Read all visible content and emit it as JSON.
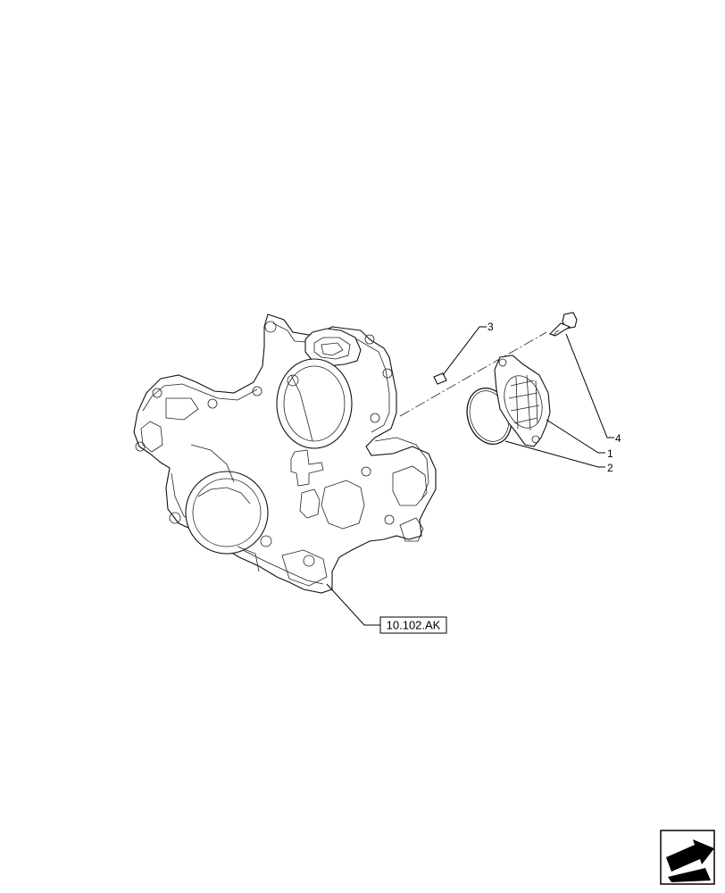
{
  "callouts": [
    {
      "id": "1",
      "label": "1"
    },
    {
      "id": "2",
      "label": "2"
    },
    {
      "id": "3",
      "label": "3"
    },
    {
      "id": "4",
      "label": "4"
    }
  ],
  "reference": {
    "label": "10.102.AK"
  },
  "nav": {
    "icon": "next-page-arrow-icon"
  }
}
